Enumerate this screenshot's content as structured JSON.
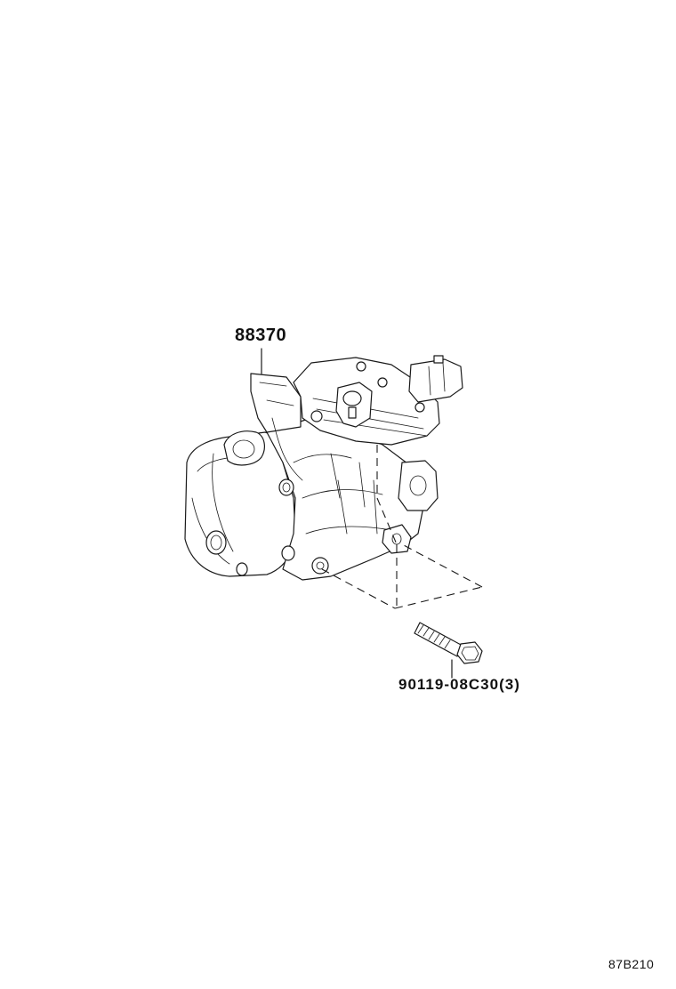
{
  "diagram": {
    "callouts": {
      "compressor_part_number": "88370",
      "bolt_part_number": "90119-08C30(3)"
    },
    "reference_code": "87B210"
  }
}
